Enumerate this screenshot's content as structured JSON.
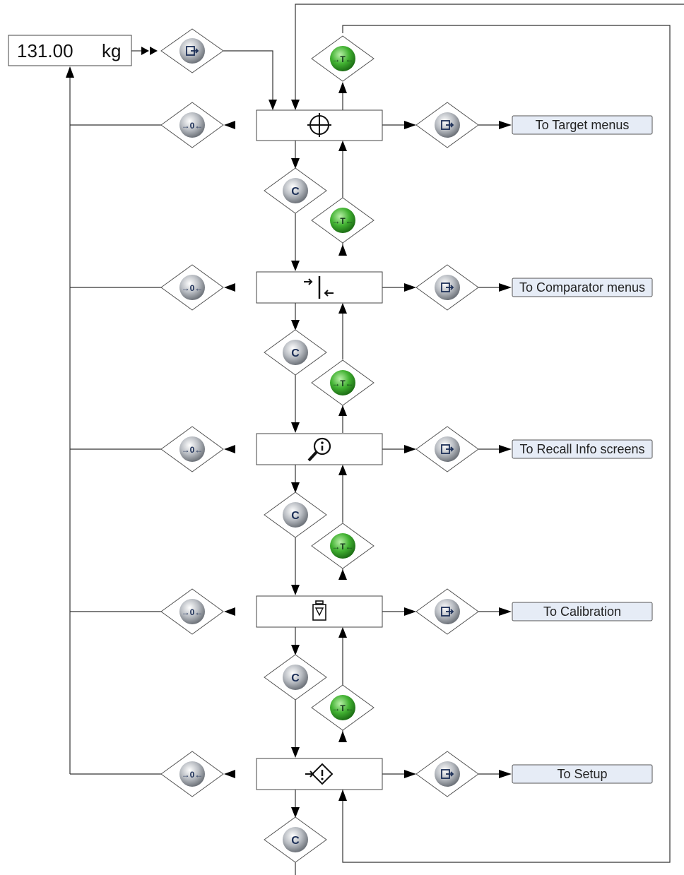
{
  "display": {
    "weight": "131.00",
    "unit": "kg"
  },
  "keys": {
    "zero": {
      "glyph": "→0←",
      "icon": "zero-key-icon"
    },
    "tare": {
      "glyph": "→T←",
      "icon": "tare-key-icon",
      "color": "#3fa635"
    },
    "clear": {
      "glyph": "C",
      "icon": "clear-key-icon"
    },
    "enter": {
      "icon": "enter-key-icon"
    },
    "key_color": "#a9adb4"
  },
  "menu_icons": [
    "target-icon",
    "comparator-icon",
    "recall-info-icon",
    "calibration-weight-icon",
    "setup-icon"
  ],
  "destinations": [
    "To Target menus",
    "To Comparator menus",
    "To Recall Info screens",
    "To Calibration",
    "To Setup"
  ]
}
